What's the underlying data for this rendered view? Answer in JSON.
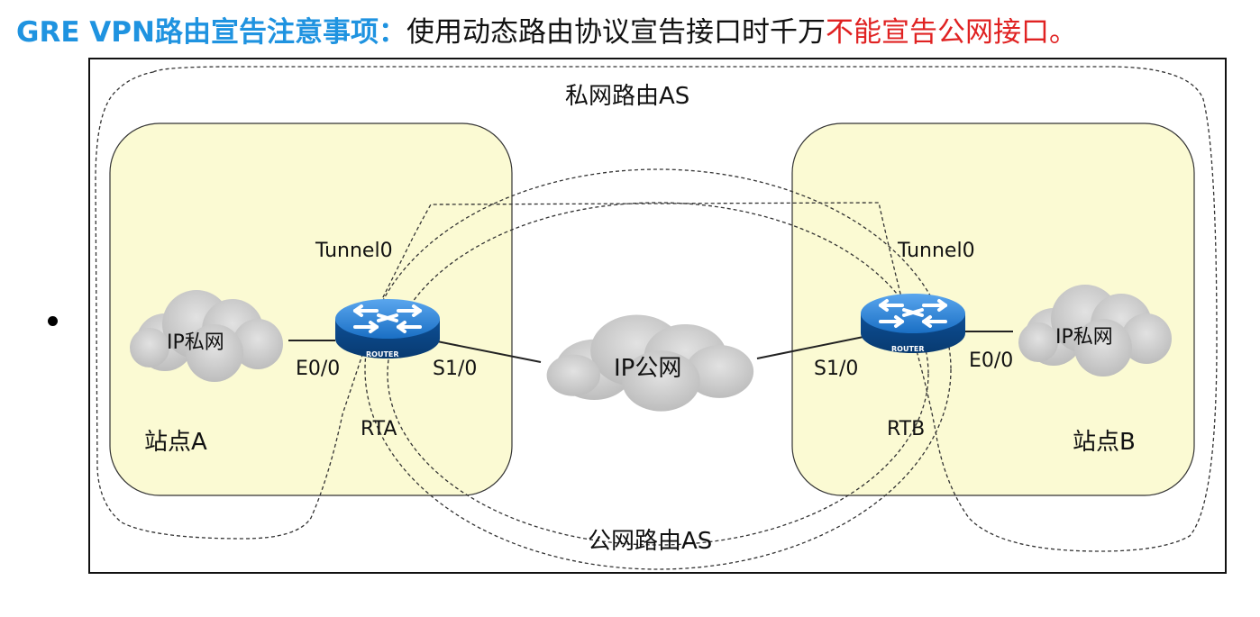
{
  "title": {
    "prefix": "GRE VPN路由宣告注意事项：",
    "middle": "使用动态路由协议宣告接口时千万",
    "warning": "不能宣告公网接口。",
    "prefix_color": "#1f93e0",
    "warning_color": "#e02222"
  },
  "diagram": {
    "private_as_label": "私网路由AS",
    "public_as_label": "公网路由AS",
    "site_a": {
      "name": "站点A",
      "cloud_label": "IP私网",
      "router_name": "RTA",
      "router_badge": "ROUTER",
      "tunnel_label": "Tunnel0",
      "lan_interface": "E0/0",
      "wan_interface": "S1/0"
    },
    "site_b": {
      "name": "站点B",
      "cloud_label": "IP私网",
      "router_name": "RTB",
      "router_badge": "ROUTER",
      "tunnel_label": "Tunnel0",
      "lan_interface": "E0/0",
      "wan_interface": "S1/0"
    },
    "public_cloud_label": "IP公网",
    "colors": {
      "site_fill": "#fbfad3",
      "cloud_fill": "#cbcbcb",
      "router_blue": "#1a6fc4",
      "line": "#222222"
    },
    "icons": [
      "router-icon",
      "cloud-icon"
    ]
  }
}
